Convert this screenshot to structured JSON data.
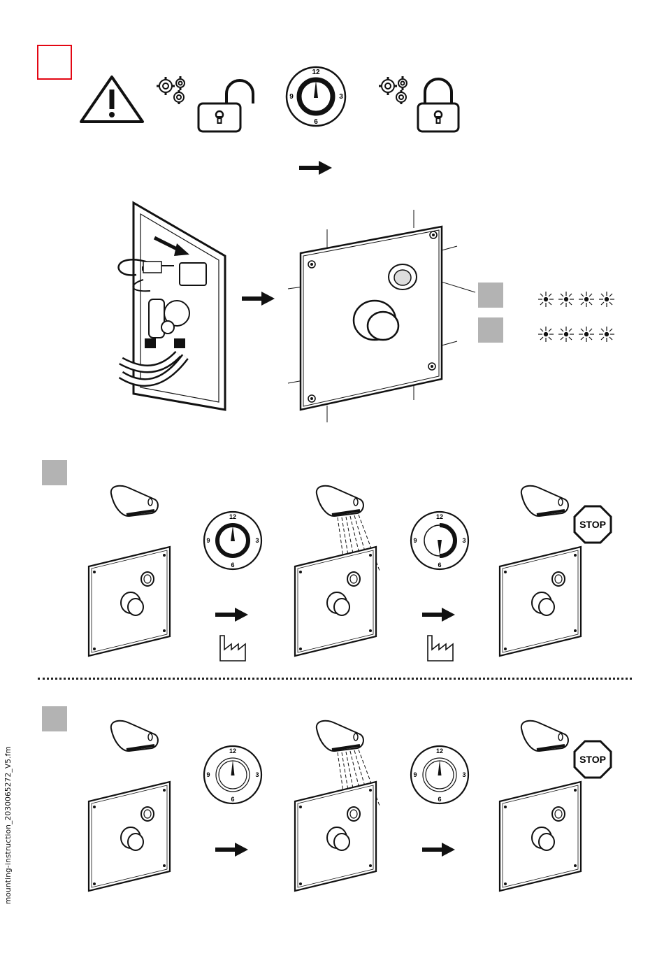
{
  "document": {
    "side_label": "mounting-instruction_2030065272_V5.fm",
    "stop_label": "STOP",
    "clock_numbers": [
      "12",
      "3",
      "6",
      "9"
    ]
  },
  "colors": {
    "marker_red": "#e30613",
    "step_grey": "#b3b3b3",
    "ink": "#111111"
  },
  "icons": [
    "warning-icon",
    "gears-icon",
    "padlock-open-icon",
    "padlock-closed-icon",
    "clock-dial-icon",
    "arrow-right-icon",
    "factory-icon",
    "stop-sign-icon",
    "led-flash-icon",
    "shower-head-icon",
    "control-panel-icon"
  ]
}
